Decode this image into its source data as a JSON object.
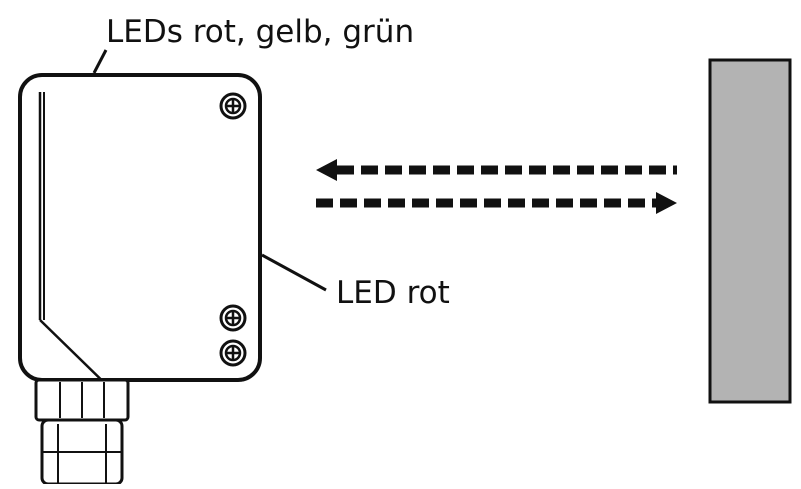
{
  "labels": {
    "top_leds": "LEDs rot, gelb, grün",
    "side_led": "LED rot"
  },
  "colors": {
    "line": "#111111",
    "background": "#ffffff",
    "target_fill": "#b3b3b3"
  },
  "components": {
    "sensor": "sensor-housing",
    "screws": [
      "screw-icon",
      "screw-icon",
      "screw-icon"
    ],
    "cable_gland": "cable-gland",
    "emitted_beam": "arrow-right",
    "reflected_beam": "arrow-left",
    "target": "reflector-target"
  }
}
